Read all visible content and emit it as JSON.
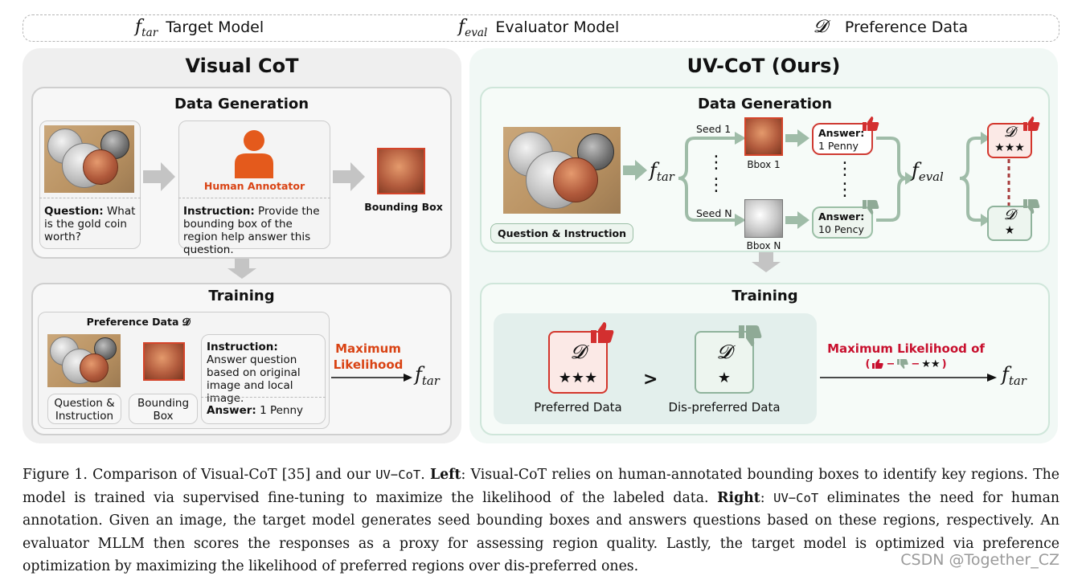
{
  "legend": {
    "target_symbol": "f",
    "target_sub": "tar",
    "target_label": "Target Model",
    "eval_symbol": "f",
    "eval_sub": "eval",
    "eval_label": "Evaluator Model",
    "data_symbol": "𝓓",
    "data_label": "Preference Data"
  },
  "left": {
    "title": "Visual CoT",
    "data_generation": {
      "title": "Data Generation",
      "question_label": "Question:",
      "question_text": " What is the gold coin worth?",
      "annotator_label": "Human Annotator",
      "instruction_label": "Instruction:",
      "instruction_text": " Provide the bounding box of the region help answer this question.",
      "bbox_label": "Bounding Box"
    },
    "training": {
      "title": "Training",
      "pref_data_label": "Preference Data 𝓓",
      "instruction_label": "Instruction:",
      "instruction_text": "Answer question based on original image and local image.",
      "answer_label": "Answer:",
      "answer_text": " 1 Penny",
      "qi_label": "Question & Instruction",
      "bb_label": "Bounding Box",
      "max_label": "Maximum Likelihood",
      "f_symbol": "f",
      "f_sub": "tar"
    }
  },
  "right": {
    "title": "UV-CoT (Ours)",
    "data_generation": {
      "title": "Data Generation",
      "qi_label": "Question & Instruction",
      "f_tar_symbol": "f",
      "f_tar_sub": "tar",
      "seed1": "Seed 1",
      "seedN": "Seed N",
      "bbox1": "Bbox 1",
      "bboxN": "Bbox N",
      "answer_label": "Answer:",
      "answer1": "1 Penny",
      "answerN": "10 Pency",
      "f_eval_symbol": "f",
      "f_eval_sub": "eval",
      "d_symbol": "𝓓",
      "three_stars": "★★★",
      "one_star": "★",
      "vdots": "⋮"
    },
    "training": {
      "title": "Training",
      "d_symbol": "𝓓",
      "three_stars": "★★★",
      "one_star": "★",
      "gt": ">",
      "preferred_label": "Preferred Data",
      "dispreferred_label": "Dis-preferred Data",
      "max_label": "Maximum Likelihood of",
      "max_formula_stars": "★★",
      "f_symbol": "f",
      "f_sub": "tar"
    }
  },
  "caption": {
    "prefix": "Figure 1. Comparison of Visual-CoT [35] and our ",
    "method": "UV−CoT",
    "part2": ". ",
    "left_bold": "Left",
    "part3": ": Visual-CoT relies on human-annotated bounding boxes to identify key regions. The model is trained via supervised fine-tuning to maximize the likelihood of the labeled data. ",
    "right_bold": "Right",
    "part4": ": ",
    "method2": "UV−CoT",
    "part5": " eliminates the need for human annotation. Given an image, the target model generates seed bounding boxes and answers questions based on these regions, respectively. An evaluator MLLM then scores the responses as a proxy for assessing region quality. Lastly, the target model is optimized via preference optimization by maximizing the likelihood of preferred regions over dis-preferred ones."
  },
  "watermark": "CSDN @Together_CZ",
  "colors": {
    "accent_orange": "#d94314",
    "accent_red": "#c8102e",
    "green_arrow": "#9fbca8",
    "gray_arrow": "#c4c4c4"
  },
  "icons": [
    "person-icon",
    "thumbs-up-icon",
    "thumbs-down-icon",
    "arrow-icon"
  ]
}
